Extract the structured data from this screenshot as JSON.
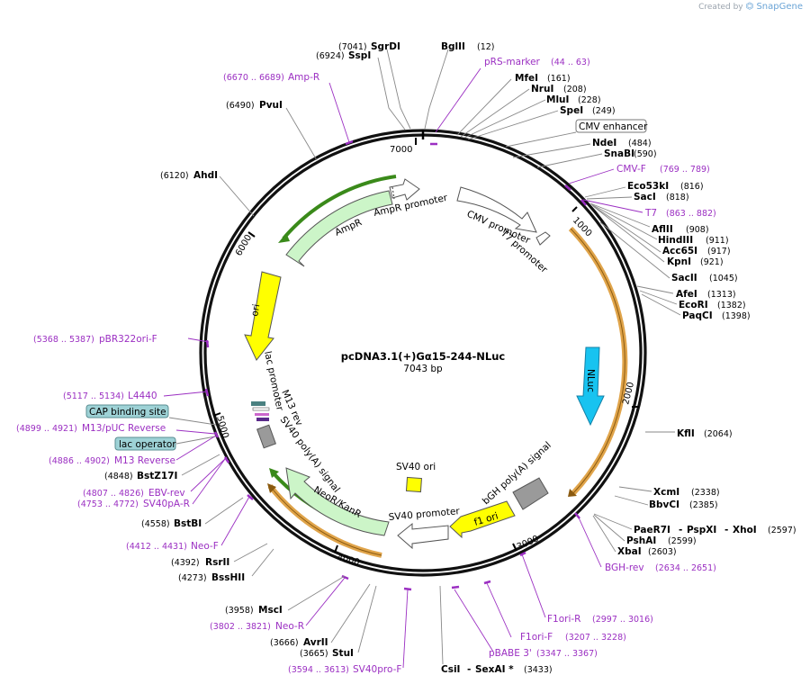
{
  "credit": {
    "prefix": "Created by",
    "brand": "SnapGene"
  },
  "plasmid": {
    "name": "pcDNA3.1(+)Gα15-244-NLuc",
    "size_label": "7043 bp"
  },
  "ticks": [
    "1000",
    "2000",
    "3000",
    "4000",
    "5000",
    "6000",
    "7000"
  ],
  "sites": [
    {
      "name": "SgrDI",
      "pos": "(7041)"
    },
    {
      "name": "SspI",
      "pos": "(6924)"
    },
    {
      "name": "BglII",
      "pos": "(12)"
    },
    {
      "name": "PvuI",
      "pos": "(6490)"
    },
    {
      "name": "AhdI",
      "pos": "(6120)"
    },
    {
      "name": "MfeI",
      "pos": "(161)"
    },
    {
      "name": "NruI",
      "pos": "(208)"
    },
    {
      "name": "MluI",
      "pos": "(228)"
    },
    {
      "name": "SpeI",
      "pos": "(249)"
    },
    {
      "name": "NdeI",
      "pos": "(484)"
    },
    {
      "name": "SnaBI",
      "pos": "(590)"
    },
    {
      "name": "Eco53kI",
      "pos": "(816)"
    },
    {
      "name": "SacI",
      "pos": "(818)"
    },
    {
      "name": "AflII",
      "pos": "(908)"
    },
    {
      "name": "HindIII",
      "pos": "(911)"
    },
    {
      "name": "Acc65I",
      "pos": "(917)"
    },
    {
      "name": "KpnI",
      "pos": "(921)"
    },
    {
      "name": "SacII",
      "pos": "(1045)"
    },
    {
      "name": "AfeI",
      "pos": "(1313)"
    },
    {
      "name": "EcoRI",
      "pos": "(1382)"
    },
    {
      "name": "PaqCI",
      "pos": "(1398)"
    },
    {
      "name": "KflI",
      "pos": "(2064)"
    },
    {
      "name": "XcmI",
      "pos": "(2338)"
    },
    {
      "name": "BbvCI",
      "pos": "(2385)"
    },
    {
      "name": "PaeR7I",
      "pos": ""
    },
    {
      "name": "PspXI",
      "pos": ""
    },
    {
      "name": "XhoI",
      "pos": "(2597)"
    },
    {
      "name": "PshAI",
      "pos": "(2599)"
    },
    {
      "name": "XbaI",
      "pos": "(2603)"
    },
    {
      "name": "CsiI",
      "pos": ""
    },
    {
      "name": "SexAI *",
      "pos": "(3433)"
    },
    {
      "name": "StuI",
      "pos": "(3665)"
    },
    {
      "name": "AvrII",
      "pos": "(3666)"
    },
    {
      "name": "MscI",
      "pos": "(3958)"
    },
    {
      "name": "BssHII",
      "pos": "(4273)"
    },
    {
      "name": "RsrII",
      "pos": "(4392)"
    },
    {
      "name": "BstBI",
      "pos": "(4558)"
    },
    {
      "name": "BstZ17I",
      "pos": "(4848)"
    }
  ],
  "primers": [
    {
      "name": "pRS-marker",
      "pos": "(44 .. 63)"
    },
    {
      "name": "Amp-R",
      "pos": "(6670 .. 6689)"
    },
    {
      "name": "CMV-F",
      "pos": "(769 .. 789)"
    },
    {
      "name": "T7",
      "pos": "(863 .. 882)"
    },
    {
      "name": "pBR322ori-F",
      "pos": "(5368 .. 5387)"
    },
    {
      "name": "L4440",
      "pos": "(5117 .. 5134)"
    },
    {
      "name": "M13/pUC Reverse",
      "pos": "(4899 .. 4921)"
    },
    {
      "name": "M13 Reverse",
      "pos": "(4886 .. 4902)"
    },
    {
      "name": "EBV-rev",
      "pos": "(4807 .. 4826)"
    },
    {
      "name": "SV40pA-R",
      "pos": "(4753 .. 4772)"
    },
    {
      "name": "Neo-F",
      "pos": "(4412 .. 4431)"
    },
    {
      "name": "Neo-R",
      "pos": "(3802 .. 3821)"
    },
    {
      "name": "SV40pro-F",
      "pos": "(3594 .. 3613)"
    },
    {
      "name": "pBABE 3'",
      "pos": "(3347 .. 3367)"
    },
    {
      "name": "F1ori-F",
      "pos": "(3207 .. 3228)"
    },
    {
      "name": "F1ori-R",
      "pos": "(2997 .. 3016)"
    },
    {
      "name": "BGH-rev",
      "pos": "(2634 .. 2651)"
    }
  ],
  "boxed_features": [
    "CMV enhancer",
    "CAP binding site",
    "lac operator"
  ],
  "features": [
    "AmpR promoter",
    "AmpR",
    "CMV promoter",
    "T7 promoter",
    "ori",
    "lac promoter",
    "M13 rev",
    "SV40 poly(A) signal",
    "NLuc",
    "bGH poly(A) signal",
    "SV40 ori",
    "NeoR/KanR",
    "SV40 promoter",
    "f1 ori"
  ],
  "colors": {
    "primer": "#9b2fc2",
    "backbone": "#111111",
    "ampr": "#ccf5c8",
    "nluc": "#18c3f0",
    "ori": "#ffff00",
    "grey": "#9a9a9a"
  }
}
